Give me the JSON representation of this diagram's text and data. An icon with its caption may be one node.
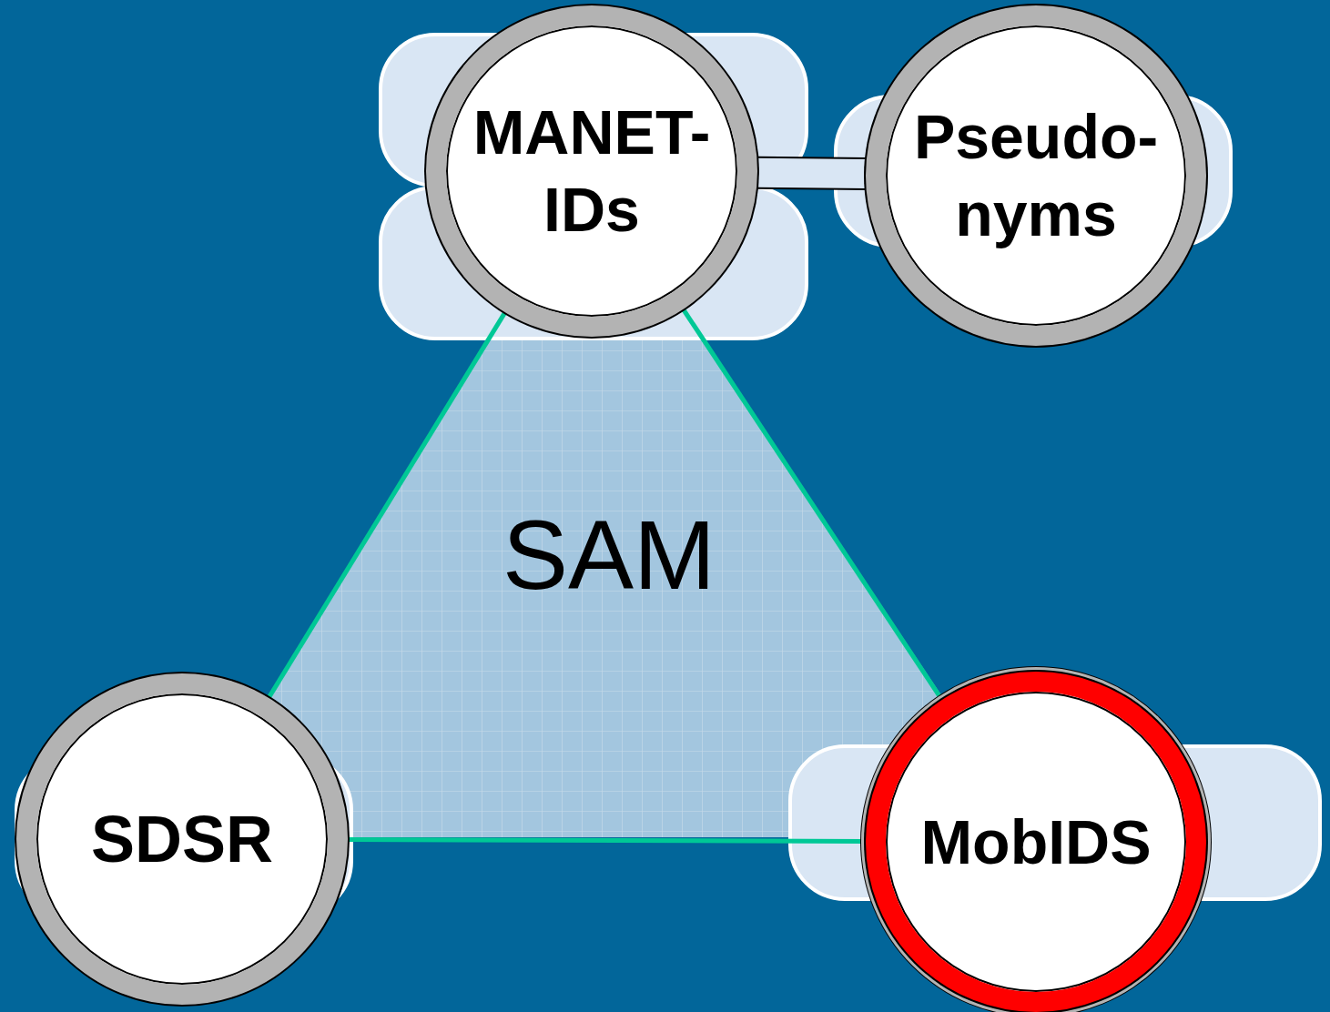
{
  "diagram": {
    "nodes": [
      {
        "text": [
          "SAM"
        ]
      },
      {
        "text": [
          "MANET-IDs"
        ]
      },
      {
        "text": [
          "Pseudo- nyms"
        ]
      },
      {
        "text": [
          "SDSR"
        ]
      },
      {
        "text": [
          "MobIDS"
        ]
      }
    ],
    "edges": [
      {
        "from": 1,
        "to": 3,
        "arrow": "none"
      },
      {
        "from": 3,
        "to": 4,
        "arrow": "none"
      },
      {
        "from": 4,
        "to": 1,
        "arrow": "none"
      },
      {
        "from": 1,
        "to": 2,
        "arrow": "none",
        "style": "thick",
        "color": "#d9e6f4"
      }
    ]
  }
}
